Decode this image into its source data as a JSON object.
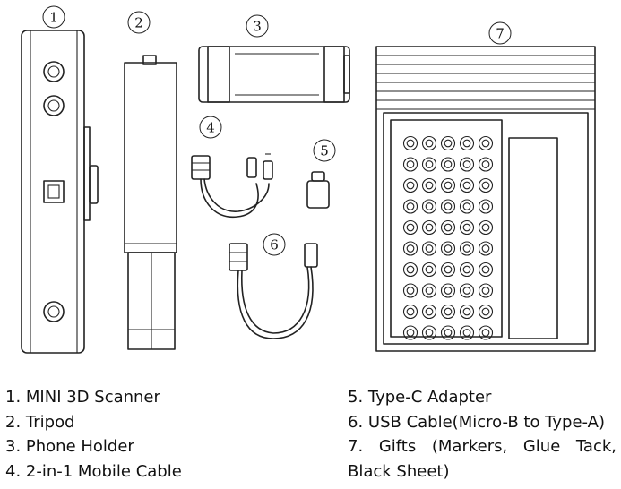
{
  "callouts": [
    "1",
    "2",
    "3",
    "4",
    "5",
    "6",
    "7"
  ],
  "legend": {
    "left": [
      "1. MINI 3D Scanner",
      "2. Tripod",
      "3. Phone Holder",
      "4. 2-in-1 Mobile Cable"
    ],
    "right": [
      "5. Type-C Adapter",
      "6. USB Cable(Micro-B to Type-A)",
      "7.  Gifts  (Markers,  Glue  Tack,",
      "Black Sheet)"
    ]
  }
}
